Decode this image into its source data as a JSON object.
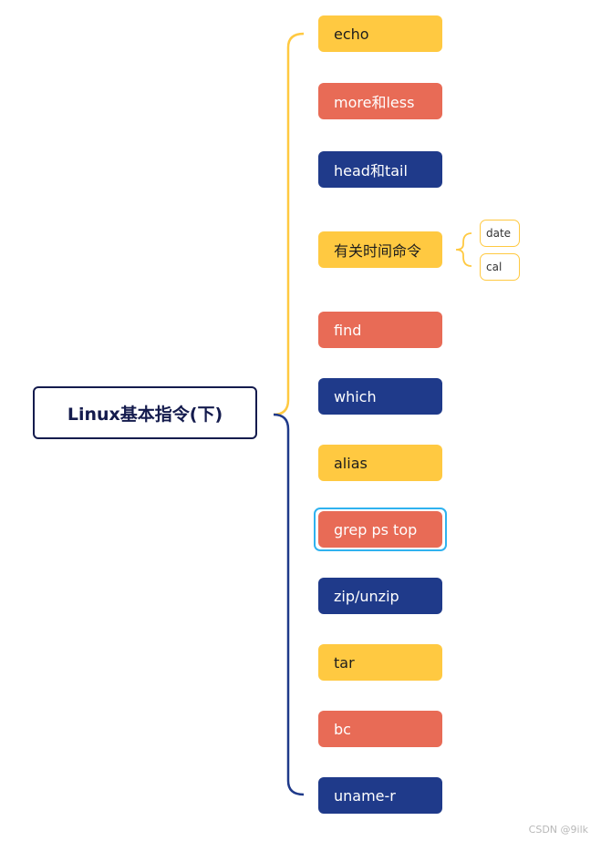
{
  "root": {
    "label": "Linux基本指令(下)"
  },
  "colors": {
    "yellow": "#ffc941",
    "red": "#e86b56",
    "navy": "#1f3a8a",
    "root_border": "#141b4d",
    "selection": "#2fb2ef"
  },
  "branches": [
    {
      "label": "echo",
      "color": "yellow"
    },
    {
      "label": "more和less",
      "color": "red"
    },
    {
      "label": "head和tail",
      "color": "navy"
    },
    {
      "label": "有关时间命令",
      "color": "yellow",
      "children": [
        "date",
        "cal"
      ]
    },
    {
      "label": "find",
      "color": "red"
    },
    {
      "label": "which",
      "color": "navy"
    },
    {
      "label": "alias",
      "color": "yellow"
    },
    {
      "label": "grep ps top",
      "color": "red",
      "selected": true
    },
    {
      "label": "zip/unzip",
      "color": "navy"
    },
    {
      "label": "tar",
      "color": "yellow"
    },
    {
      "label": "bc",
      "color": "red"
    },
    {
      "label": "uname-r",
      "color": "navy"
    }
  ],
  "watermark": "CSDN @9ilk"
}
